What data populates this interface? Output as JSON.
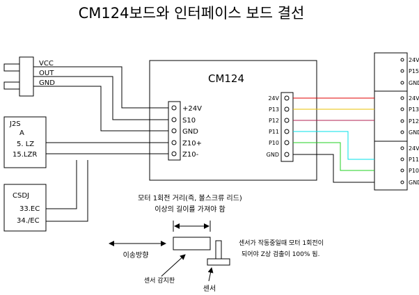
{
  "title": "CM124보드와 인터페이스 보드 결선",
  "sensor_connector": {
    "pins": [
      "VCC",
      "OUT",
      "GND"
    ]
  },
  "cm124": {
    "label": "CM124",
    "left_terminals": [
      "+24V",
      "S10",
      "GND",
      "Z10+",
      "Z10-"
    ],
    "right_terminals": [
      "24V",
      "P13",
      "P12",
      "P11",
      "P10",
      "GND"
    ]
  },
  "j2s": {
    "name_line1": "J2S",
    "name_line2": "A",
    "pins": [
      "5. LZ",
      "15.LZR"
    ]
  },
  "csdj": {
    "name": "CSDJ",
    "pins": [
      "33.EC",
      "34./EC"
    ]
  },
  "right_connectors": [
    {
      "pins": [
        "24V",
        "P15",
        "GND"
      ]
    },
    {
      "pins": [
        "24V",
        "P13",
        "P12",
        "GND"
      ]
    },
    {
      "pins": [
        "24V",
        "P11",
        "P10",
        "GND"
      ]
    }
  ],
  "wire_colors": {
    "p13_to_24v": "#e00000",
    "p12_to_p13": "#e8c000",
    "p11_to_p12": "#b02050",
    "p10_to_gnd": "#00e0e8",
    "gnd_to_24v": "#20d020",
    "gnd_to_p11": "#000000"
  },
  "notes": {
    "pitch_line1": "모터 1회전 거리(즉, 볼스크류 리드)",
    "pitch_line2": "이상의 길이를 가져야 함",
    "direction": "이송방향",
    "sensor_plate": "센서 감지판",
    "sensor": "센서",
    "zphase_line1": "센서가 작동중일때 모터 1회전이",
    "zphase_line2": "되어야 Z상 검출이 100% 됨."
  }
}
